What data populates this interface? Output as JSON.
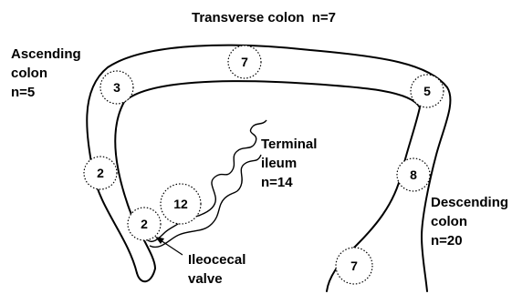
{
  "labels": {
    "transverse": "Transverse colon  n=7",
    "ascending": [
      "Ascending",
      "colon",
      "n=5"
    ],
    "terminal_ileum": [
      "Terminal",
      "ileum",
      "n=14"
    ],
    "descending": [
      "Descending",
      "colon",
      "n=20"
    ],
    "ileocecal": [
      "Ileocecal",
      "valve"
    ]
  },
  "sites": [
    {
      "id": "transverse-mid",
      "count": "7"
    },
    {
      "id": "ascending-upper",
      "count": "3"
    },
    {
      "id": "ascending-mid",
      "count": "2"
    },
    {
      "id": "cecum",
      "count": "2"
    },
    {
      "id": "terminal-ileum",
      "count": "12"
    },
    {
      "id": "splenic-flexure",
      "count": "5"
    },
    {
      "id": "descending-mid",
      "count": "8"
    },
    {
      "id": "sigmoid",
      "count": "7"
    }
  ]
}
